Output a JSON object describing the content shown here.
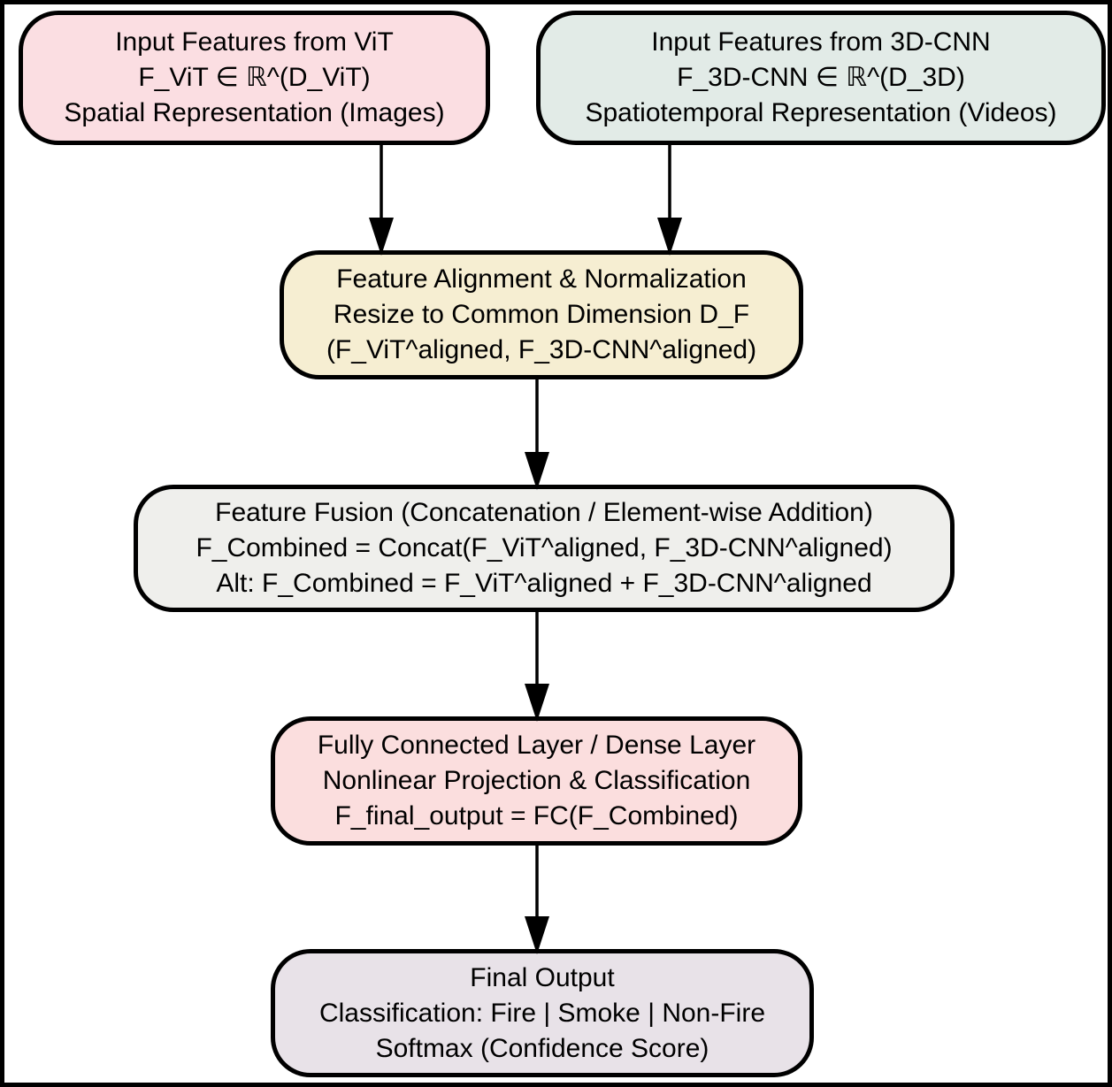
{
  "diagram": {
    "type": "flowchart",
    "direction": "top-down",
    "frame_color": "#000000",
    "background_color": "#ffffff",
    "nodes": [
      {
        "id": "vit-input",
        "bg": "#FBDEE2",
        "lines": [
          "Input Features from ViT",
          "F_ViT ∈ ℝ^(D_ViT)",
          "Spatial Representation (Images)"
        ]
      },
      {
        "id": "3dcnn-input",
        "bg": "#E2EBE7",
        "lines": [
          "Input Features from 3D-CNN",
          "F_3D-CNN ∈ ℝ^(D_3D)",
          "Spatiotemporal Representation (Videos)"
        ]
      },
      {
        "id": "feature-alignment",
        "bg": "#F6EED2",
        "lines": [
          "Feature Alignment & Normalization",
          "Resize to Common Dimension D_F",
          "(F_ViT^aligned, F_3D-CNN^aligned)"
        ]
      },
      {
        "id": "feature-fusion",
        "bg": "#EFEFEC",
        "lines": [
          "Feature Fusion (Concatenation / Element-wise Addition)",
          "F_Combined = Concat(F_ViT^aligned, F_3D-CNN^aligned)",
          "Alt: F_Combined = F_ViT^aligned + F_3D-CNN^aligned"
        ]
      },
      {
        "id": "fully-connected",
        "bg": "#FBDEDE",
        "lines": [
          "Fully Connected Layer / Dense Layer",
          "Nonlinear Projection & Classification",
          "F_final_output = FC(F_Combined)"
        ]
      },
      {
        "id": "final-output",
        "bg": "#E8E2E8",
        "lines": [
          "Final Output",
          "Classification: Fire | Smoke | Non-Fire",
          "Softmax (Confidence Score)"
        ]
      }
    ],
    "edges": [
      {
        "from": "vit-input",
        "to": "feature-alignment"
      },
      {
        "from": "3dcnn-input",
        "to": "feature-alignment"
      },
      {
        "from": "feature-alignment",
        "to": "feature-fusion"
      },
      {
        "from": "feature-fusion",
        "to": "fully-connected"
      },
      {
        "from": "fully-connected",
        "to": "final-output"
      }
    ],
    "edge_color": "#000000"
  }
}
